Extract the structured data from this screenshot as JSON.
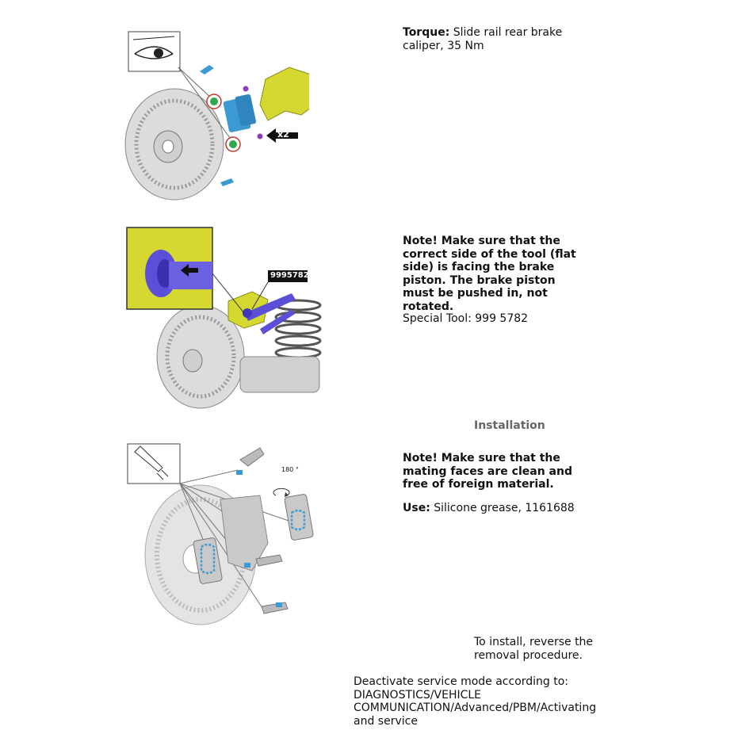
{
  "step1": {
    "torque_label": "Torque:",
    "torque_text": "Slide rail rear brake caliper, 35 Nm",
    "multiplier_badge": "x2"
  },
  "step2": {
    "note": "Note! Make sure that the correct side of the tool (flat side) is facing the brake piston. The brake piston must be pushed in, not rotated.",
    "special_tool": "Special Tool: 999 5782",
    "tool_label": "9995782"
  },
  "installation": {
    "heading": "Installation",
    "note": "Note! Make sure that the mating faces are clean and free of foreign material.",
    "use_label": "Use:",
    "use_text": "Silicone grease, 1161688",
    "rotation_label": "180 °"
  },
  "closing": {
    "reverse": "To install, reverse the removal procedure.",
    "deactivate": "Deactivate service mode according to: DIAGNOSTICS/VEHICLE COMMUNICATION/Advanced/PBM/Activating and service"
  },
  "colors": {
    "caliper_yellow": "#d6d832",
    "pad_blue": "#3b9ad4",
    "tool_purple": "#5a4fd6",
    "grease_green": "#2fa84f",
    "bolt_purple": "#8d3fb4"
  }
}
